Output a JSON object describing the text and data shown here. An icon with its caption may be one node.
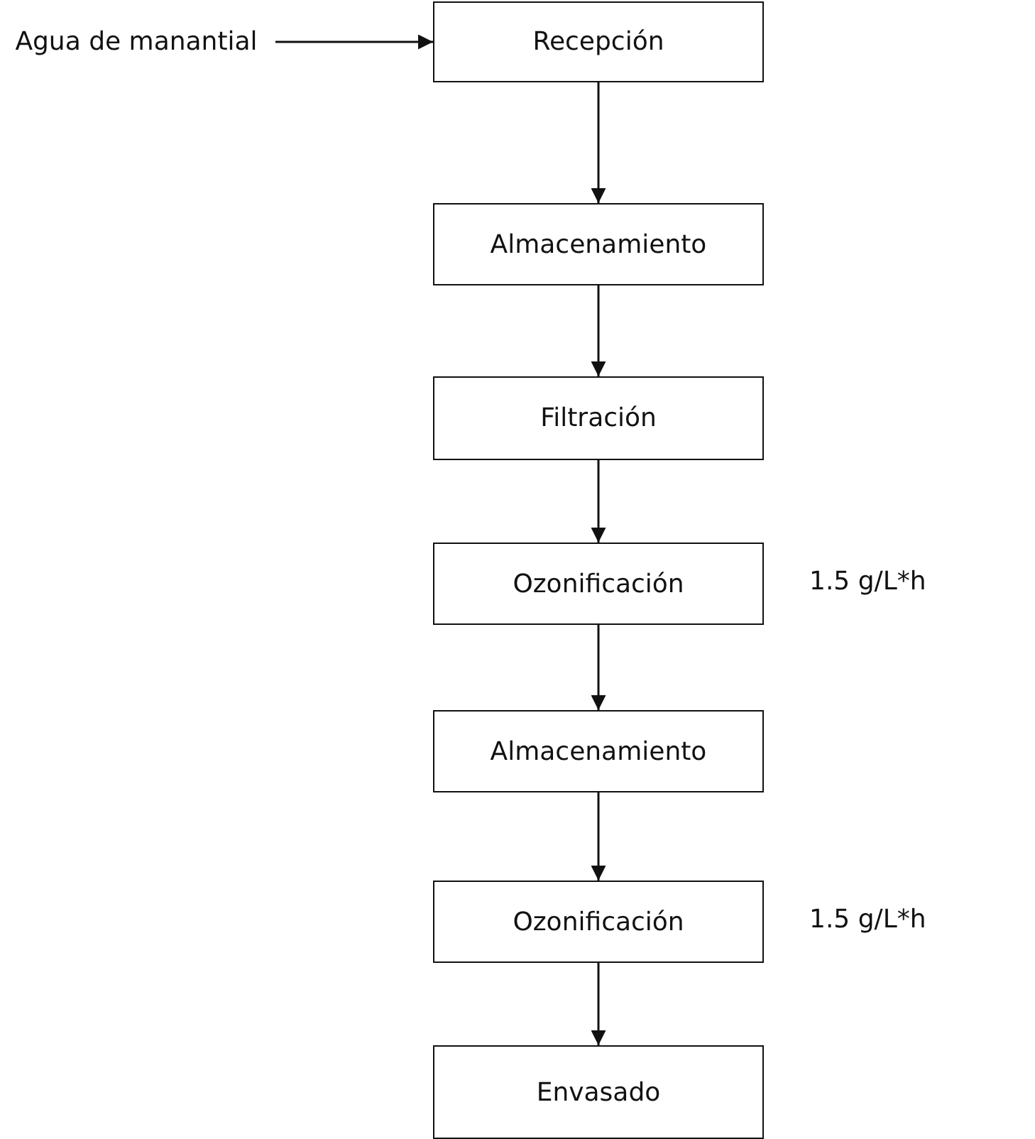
{
  "diagram": {
    "nodes": [
      {
        "text": [
          "Agua de manantial"
        ]
      },
      {
        "text": [
          "Recepción"
        ]
      },
      {
        "text": [
          "Almacenamiento"
        ]
      },
      {
        "text": [
          "Filtración"
        ]
      },
      {
        "text": [
          "Ozonificación"
        ],
        "beside": [
          "1.5 g/L*h"
        ]
      },
      {
        "text": [
          "Almacenamiento"
        ]
      },
      {
        "text": [
          "Ozonificación"
        ],
        "beside": [
          "1.5 g/L*h"
        ]
      },
      {
        "text": [
          "Envasado"
        ]
      }
    ],
    "edges": [
      {
        "from": 0,
        "to": 1,
        "arrow": "to"
      },
      {
        "from": 1,
        "to": 2,
        "arrow": "to"
      },
      {
        "from": 2,
        "to": 3,
        "arrow": "to"
      },
      {
        "from": 3,
        "to": 4,
        "arrow": "to"
      },
      {
        "from": 4,
        "to": 5,
        "arrow": "to"
      },
      {
        "from": 5,
        "to": 6,
        "arrow": "to"
      },
      {
        "from": 6,
        "to": 7,
        "arrow": "to"
      }
    ]
  }
}
